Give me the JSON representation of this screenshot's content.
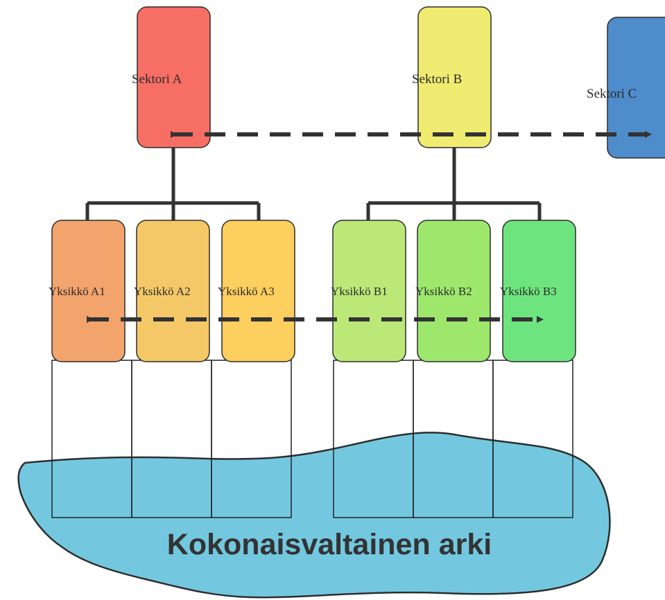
{
  "colors": {
    "sector_a": "#f76e65",
    "sector_b": "#f0ec72",
    "sector_c": "#4f8ccb",
    "unit_a1": "#f2a46c",
    "unit_a2": "#f4c866",
    "unit_a3": "#fccf5e",
    "unit_b1": "#bce877",
    "unit_b2": "#9de86c",
    "unit_b3": "#6ee47f",
    "lake": "#73c8e0"
  },
  "sectors": {
    "a": "Sektori A",
    "b": "Sektori B",
    "c": "Sektori C"
  },
  "units": {
    "a1": "Yksikkö A1",
    "a2": "Yksikkö A2",
    "a3": "Yksikkö A3",
    "b1": "Yksikkö B1",
    "b2": "Yksikkö B2",
    "b3": "Yksikkö B3"
  },
  "everyday_life": "Kokonaisvaltainen arki"
}
